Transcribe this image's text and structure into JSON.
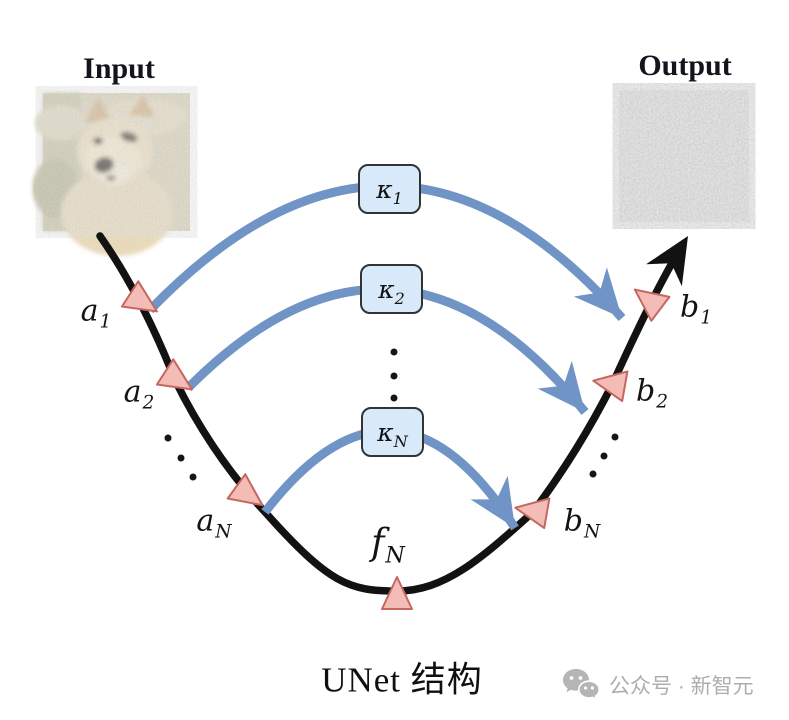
{
  "caption": "UNet 结构",
  "input_label": "Input",
  "output_label": "Output",
  "watermark": {
    "icon": "wechat-icon",
    "text": "公众号 · 新智元"
  },
  "diagram": {
    "type": "unet-u-curve",
    "encoder_nodes": [
      {
        "base": "a",
        "sub": "1"
      },
      {
        "base": "a",
        "sub": "2"
      },
      {
        "base": "a",
        "sub": "N"
      }
    ],
    "decoder_nodes": [
      {
        "base": "b",
        "sub": "1"
      },
      {
        "base": "b",
        "sub": "2"
      },
      {
        "base": "b",
        "sub": "N"
      }
    ],
    "skip_connections": [
      {
        "base": "κ",
        "sub": "1"
      },
      {
        "base": "κ",
        "sub": "2"
      },
      {
        "base": "κ",
        "sub": "N"
      }
    ],
    "bottleneck_node": {
      "base": "f",
      "sub": "N"
    },
    "colors": {
      "curve": "#121212",
      "skip_arrow": "#6f94c5",
      "skip_box_fill": "#d8eafa",
      "skip_box_border": "#333333",
      "marker_fill": "#f3bcb7",
      "marker_border": "#c4685f",
      "label": "#131313",
      "watermark_gray": "#b5b5b5"
    }
  }
}
